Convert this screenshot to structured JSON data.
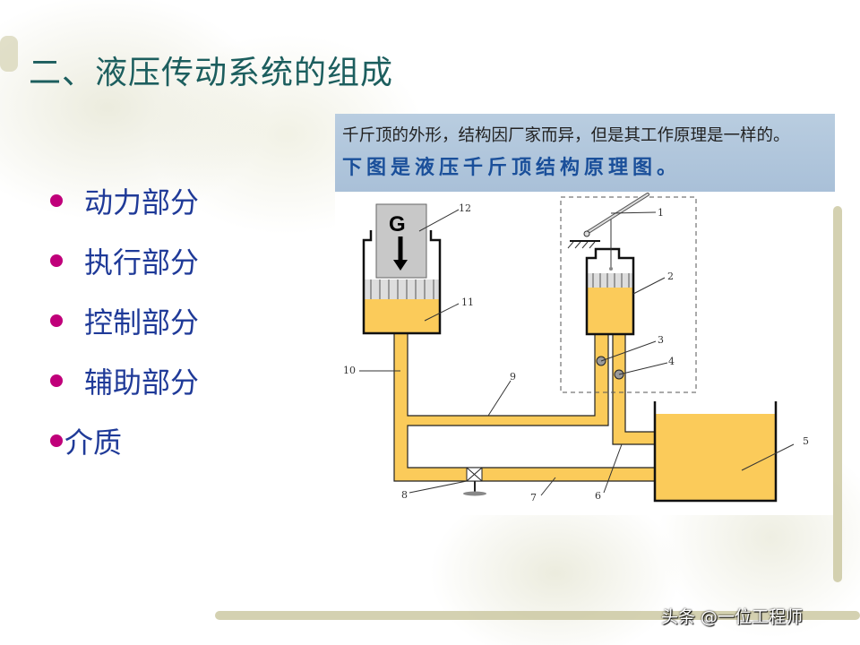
{
  "slide": {
    "title": "二、液压传动系统的组成",
    "bullets": [
      "动力部分",
      "执行部分",
      "控制部分",
      "辅助部分",
      "介质"
    ]
  },
  "banner": {
    "line1": "千斤顶的外形，结构因厂家而异，但是其工作原理是一样的。",
    "line2": "下图是液压千斤顶结构原理图。"
  },
  "diagram": {
    "load_label": "G",
    "part_labels": [
      "1",
      "2",
      "3",
      "4",
      "5",
      "6",
      "7",
      "8",
      "9",
      "10",
      "11",
      "12"
    ],
    "colors": {
      "oil": "#fbcb5a",
      "outline": "#111111",
      "load": "#c8c8c8"
    }
  },
  "watermark": "头条 @一位工程师"
}
